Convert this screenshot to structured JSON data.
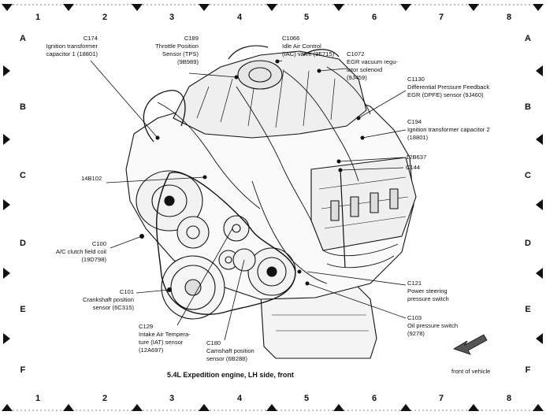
{
  "caption": "5.4L Expedition engine, LH side, front",
  "grid": {
    "columns": [
      "1",
      "2",
      "3",
      "4",
      "5",
      "6",
      "7",
      "8"
    ],
    "rows": [
      "A",
      "B",
      "C",
      "D",
      "E",
      "F"
    ]
  },
  "callouts": {
    "c174": {
      "code": "C174",
      "l1": "Ignition transformer",
      "l2": "capacitor 1 (18801)"
    },
    "c189": {
      "code": "C189",
      "l1": "Throttle Position",
      "l2": "Sensor (TPS)",
      "l3": "(9B989)"
    },
    "c1066": {
      "code": "C1066",
      "l1": "Idle Air Control",
      "l2": "(IAC) valve (9F715)"
    },
    "c1072": {
      "code": "C1072",
      "l1": "EGR vacuum regu-",
      "l2": "lator solenoid",
      "l3": "(9J459)"
    },
    "c1130": {
      "code": "C1130",
      "l1": "Differential Pressure Feedback",
      "l2": "EGR (DPFE) sensor (9J460)"
    },
    "c194": {
      "code": "C194",
      "l1": "Ignition transformer capacitor 2",
      "l2": "(18801)"
    },
    "b637": {
      "code": "12B637"
    },
    "c144": {
      "code": "C144"
    },
    "b102": {
      "code": "14B102"
    },
    "c100": {
      "code": "C100",
      "l1": "A/C clutch field coil",
      "l2": "(19D798)"
    },
    "c101": {
      "code": "C101",
      "l1": "Crankshaft position",
      "l2": "sensor (6C315)"
    },
    "c129": {
      "code": "C129",
      "l1": "Intake Air Tempera-",
      "l2": "ture (IAT) sensor",
      "l3": "(12A697)"
    },
    "c180": {
      "code": "C180",
      "l1": "Camshaft position",
      "l2": "sensor (6B288)"
    },
    "c121": {
      "code": "C121",
      "l1": "Power steering",
      "l2": "pressure switch"
    },
    "c103": {
      "code": "C103",
      "l1": "Oil pressure switch",
      "l2": "(9278)"
    }
  },
  "front_of_vehicle": "front of vehicle",
  "colors": {
    "ink": "#111111",
    "paper": "#ffffff"
  }
}
